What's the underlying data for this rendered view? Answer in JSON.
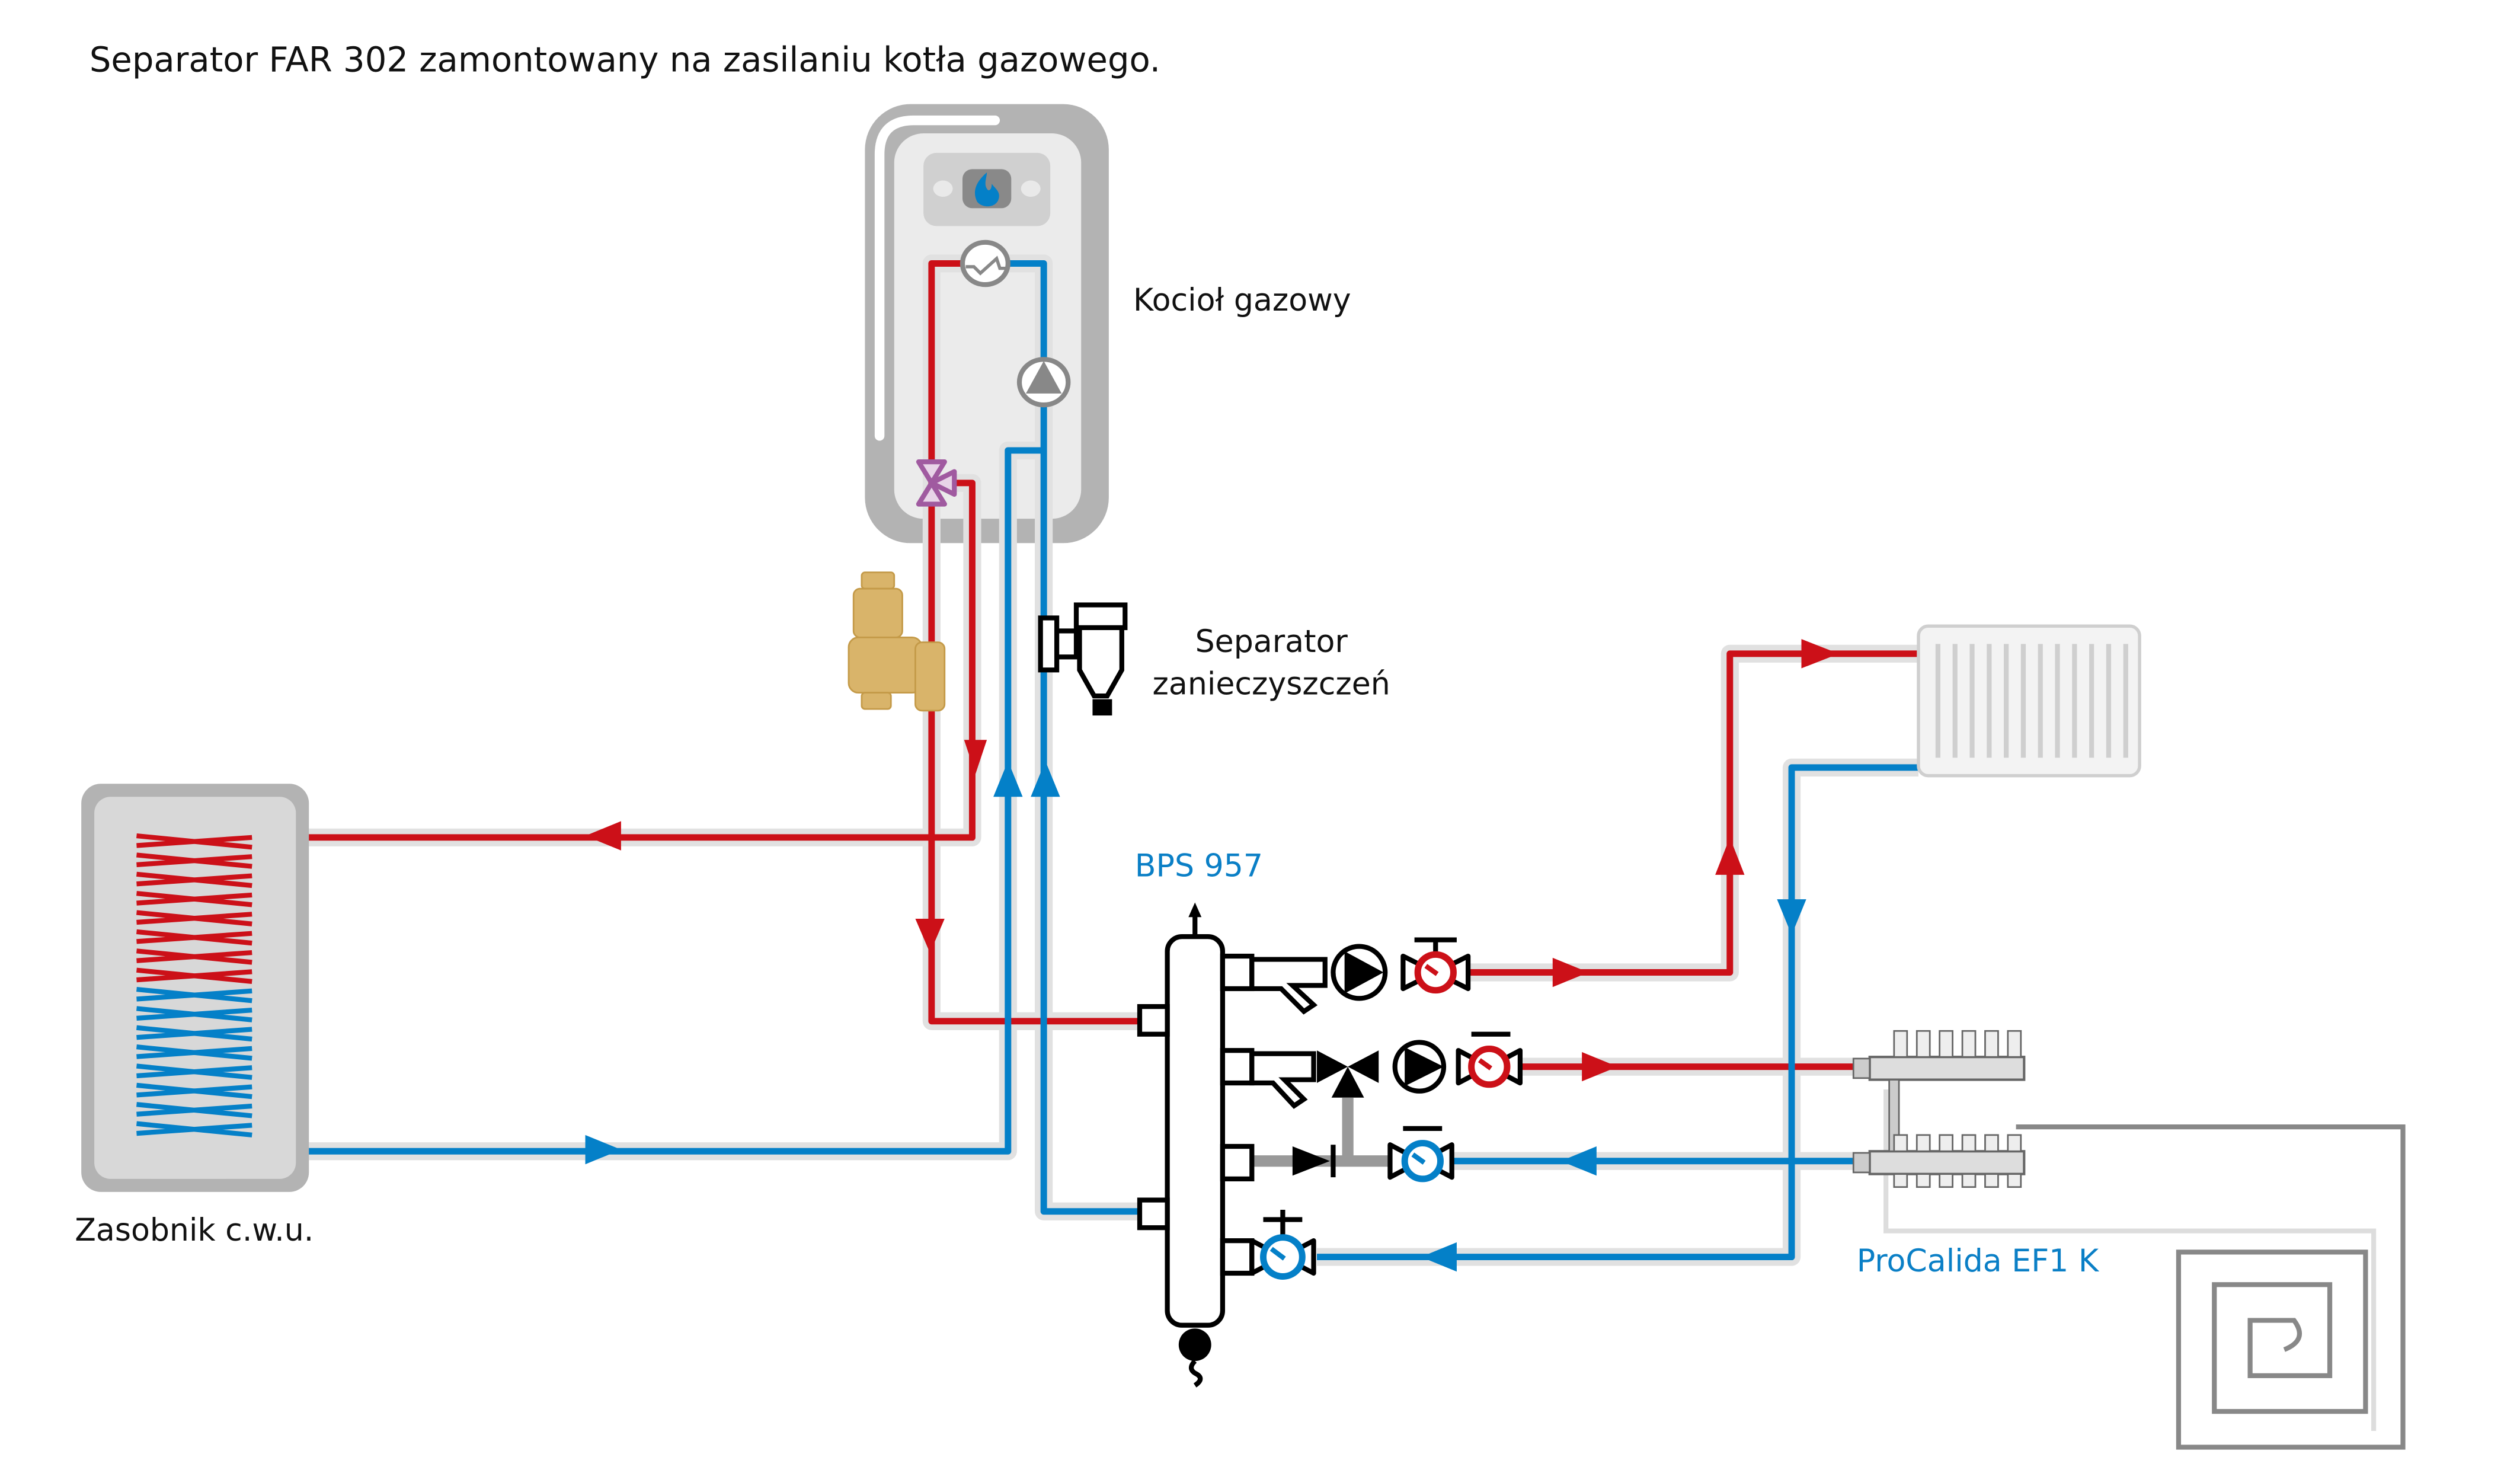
{
  "title": "Separator FAR 302 zamontowany na zasilaniu kotła gazowego.",
  "labels": {
    "boiler": "Kocioł gazowy",
    "separator_line1": "Separator",
    "separator_line2": "zanieczyszczeń",
    "bps": "BPS 957",
    "tank": "Zasobnik c.w.u.",
    "manifold": "ProCalida EF1 K"
  },
  "colors": {
    "supply": "#cc1018",
    "return": "#0480c8",
    "product_label": "#0a7fc6",
    "valve": "#a05aa0",
    "brass": "#d9b46a"
  },
  "icons": [
    "flame-icon",
    "heat-exchanger-icon",
    "pump-icon",
    "three-way-valve-icon",
    "dirt-separator-icon",
    "air-separator-icon",
    "ball-valve-thermometer-icon",
    "check-valve-icon",
    "mixing-valve-icon",
    "radiator-icon",
    "manifold-icon",
    "underfloor-loop-icon"
  ]
}
